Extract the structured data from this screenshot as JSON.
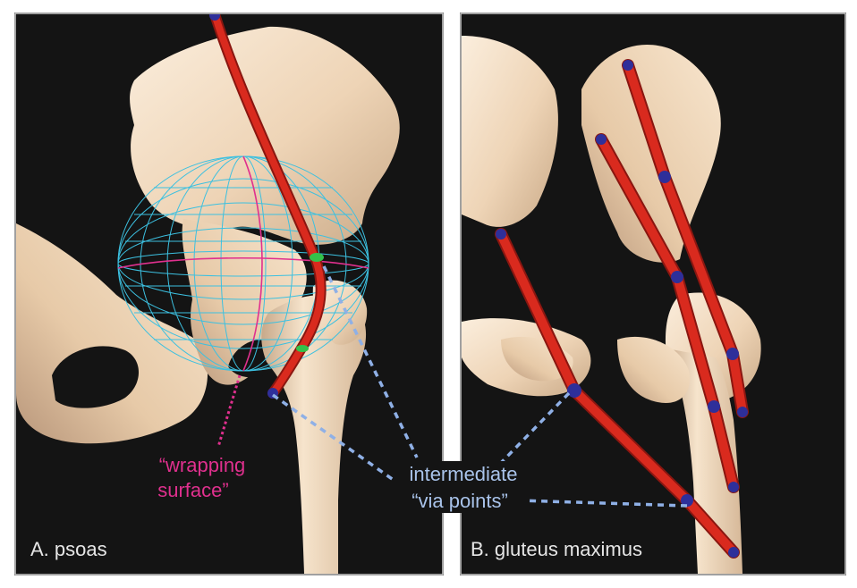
{
  "figure": {
    "panels": [
      {
        "label": "A. psoas"
      },
      {
        "label": "B. gluteus maximus"
      }
    ],
    "annotations": {
      "wrapping_surface": {
        "line1": "“wrapping",
        "line2": "surface”",
        "color": "#e0308e"
      },
      "via_points": {
        "line1": "intermediate",
        "line2": "“via points”",
        "color": "#a9c3ea"
      }
    },
    "colors": {
      "background": "#141414",
      "frame": "#cfcfcf",
      "bone": "#f2dcc2",
      "muscle": "#d92a1e",
      "via_point": "#2e2f9a",
      "wrap_mesh": "#3cc0e0",
      "wrap_contact": "#33c24a",
      "leader_line": "#8fb0e6"
    }
  }
}
